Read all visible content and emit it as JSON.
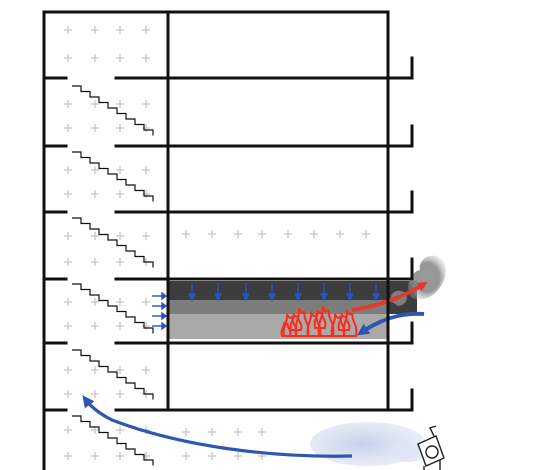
{
  "diagram": {
    "kind": "building-fire-smoke-cross-section",
    "floors": 7,
    "fire_floor_index_from_top": 4,
    "colors": {
      "wall": "#111111",
      "plus": "#c7c7c7",
      "smoke_dark": "#3d3d3d",
      "smoke_mid": "#7d7d7d",
      "smoke_light": "#a9a9a9",
      "hot_gas_arrow": "#e23a2a",
      "cool_air_arrow": "#2f56b0",
      "down_arrow": "#2454c6",
      "flame": "#ff2a1a",
      "outside_smoke": "#8a8a8a",
      "fan_air": "#c9d3ec"
    },
    "icons": {
      "fire": "flame-icon",
      "ventilation": "blower-fan-icon",
      "plus": "plus-marker"
    }
  }
}
